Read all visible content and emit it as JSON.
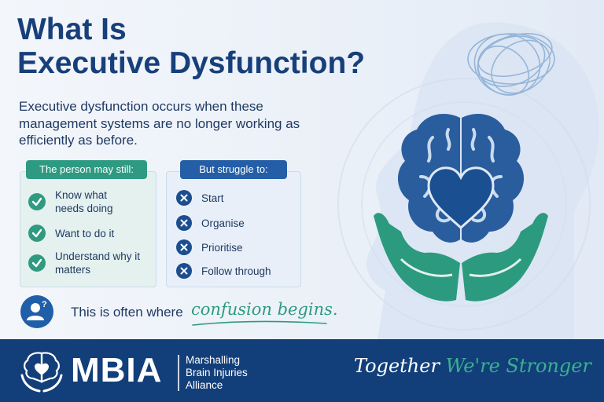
{
  "title": {
    "line1": "What Is",
    "line2": "Executive Dysfunction?"
  },
  "intro": "Executive dysfunction occurs when these management systems are no longer working as efficiently as before.",
  "still": {
    "header": "The person may still:",
    "items": [
      "Know what needs doing",
      "Want to do it",
      "Understand why it matters"
    ]
  },
  "struggle": {
    "header": "But struggle to:",
    "items": [
      "Start",
      "Organise",
      "Prioritise",
      "Follow through"
    ]
  },
  "confusion": {
    "prefix": "This is often where",
    "highlight": "confusion begins."
  },
  "footer": {
    "logo_text": "MBIA",
    "org_line1": "Marshalling",
    "org_line2": "Brain Injuries",
    "org_line3": "Alliance",
    "tagline_a": "Together",
    "tagline_b": "We're Stronger"
  },
  "colors": {
    "navy": "#173f7a",
    "teal": "#2e9a82",
    "blue": "#245ea6",
    "footer": "#123f7a"
  },
  "icons": [
    "check-icon",
    "x-circle-icon",
    "person-question-icon",
    "brain-heart-hands-icon",
    "scribble-thoughts-icon"
  ]
}
